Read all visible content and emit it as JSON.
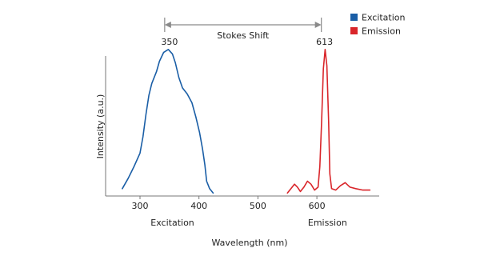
{
  "chart_data": {
    "type": "line",
    "xlabel": "Wavelength (nm)",
    "ylabel": "Intensity (a.u.)",
    "x_ticks": [
      300,
      400,
      500,
      600
    ],
    "xlim": [
      235,
      700
    ],
    "ylim": [
      0,
      1.05
    ],
    "legend": {
      "placement": "top-right"
    },
    "series": [
      {
        "name": "Excitation",
        "color": "#1a5ea6",
        "peak_x": 350,
        "peak_label": "350",
        "region_label": "Excitation",
        "region_label_x": 355,
        "points": [
          [
            270,
            0.05
          ],
          [
            280,
            0.12
          ],
          [
            290,
            0.2
          ],
          [
            300,
            0.29
          ],
          [
            305,
            0.4
          ],
          [
            310,
            0.55
          ],
          [
            315,
            0.68
          ],
          [
            320,
            0.76
          ],
          [
            328,
            0.84
          ],
          [
            333,
            0.91
          ],
          [
            340,
            0.97
          ],
          [
            348,
            0.99
          ],
          [
            355,
            0.96
          ],
          [
            360,
            0.9
          ],
          [
            366,
            0.8
          ],
          [
            372,
            0.73
          ],
          [
            380,
            0.69
          ],
          [
            388,
            0.63
          ],
          [
            395,
            0.53
          ],
          [
            401,
            0.43
          ],
          [
            406,
            0.32
          ],
          [
            410,
            0.21
          ],
          [
            413,
            0.1
          ],
          [
            418,
            0.05
          ],
          [
            424,
            0.02
          ]
        ]
      },
      {
        "name": "Emission",
        "color": "#d9252a",
        "peak_x": 613,
        "peak_label": "613",
        "region_label": "Emission",
        "region_label_x": 618,
        "points": [
          [
            550,
            0.02
          ],
          [
            556,
            0.05
          ],
          [
            562,
            0.08
          ],
          [
            567,
            0.06
          ],
          [
            572,
            0.03
          ],
          [
            578,
            0.06
          ],
          [
            584,
            0.1
          ],
          [
            590,
            0.08
          ],
          [
            596,
            0.04
          ],
          [
            602,
            0.06
          ],
          [
            605,
            0.2
          ],
          [
            608,
            0.5
          ],
          [
            611,
            0.86
          ],
          [
            614,
            0.99
          ],
          [
            617,
            0.88
          ],
          [
            620,
            0.5
          ],
          [
            622,
            0.15
          ],
          [
            625,
            0.05
          ],
          [
            632,
            0.04
          ],
          [
            640,
            0.07
          ],
          [
            648,
            0.09
          ],
          [
            656,
            0.06
          ],
          [
            666,
            0.05
          ],
          [
            678,
            0.04
          ],
          [
            690,
            0.04
          ]
        ]
      }
    ],
    "annotation": {
      "text": "Stokes Shift",
      "from_x": 350,
      "to_x": 613
    }
  }
}
